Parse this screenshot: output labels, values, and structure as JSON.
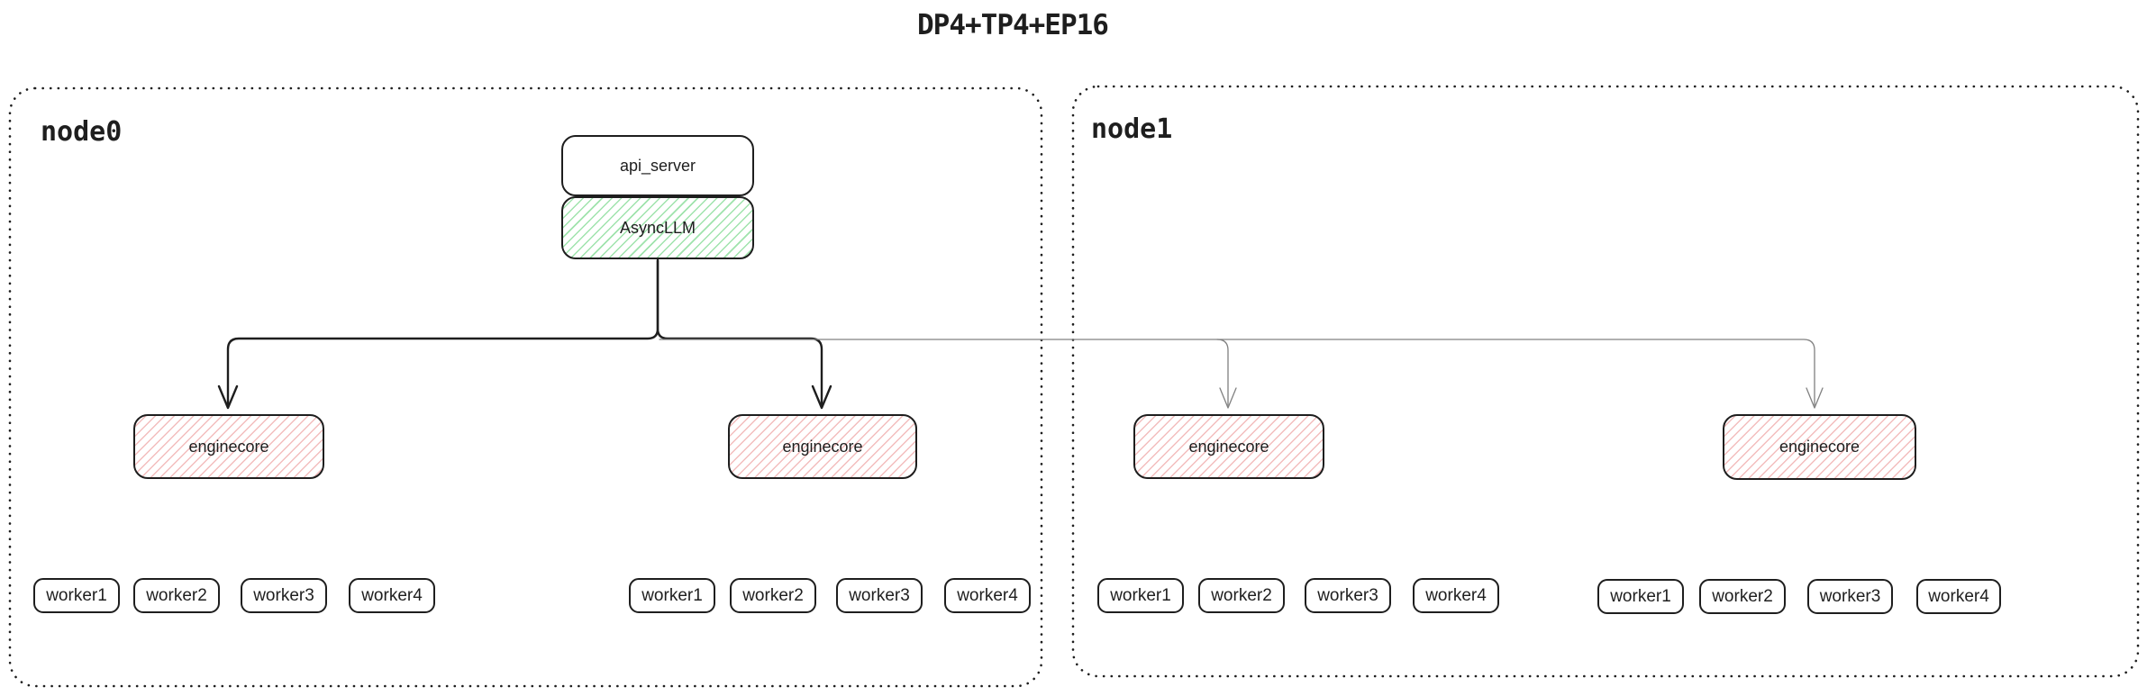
{
  "title": "DP4+TP4+EP16",
  "nodes": [
    {
      "label": "node0"
    },
    {
      "label": "node1"
    }
  ],
  "boxes": {
    "api_server": "api_server",
    "asyncllm": "AsyncLLM",
    "enginecore": "enginecore"
  },
  "workers": [
    "worker1",
    "worker2",
    "worker3",
    "worker4"
  ],
  "colors": {
    "stroke": "#1e1e1e",
    "gray_line": "#808080",
    "green_hatch": "#9fe3ac",
    "pink_hatch": "#f3bdbd",
    "background": "#ffffff"
  }
}
